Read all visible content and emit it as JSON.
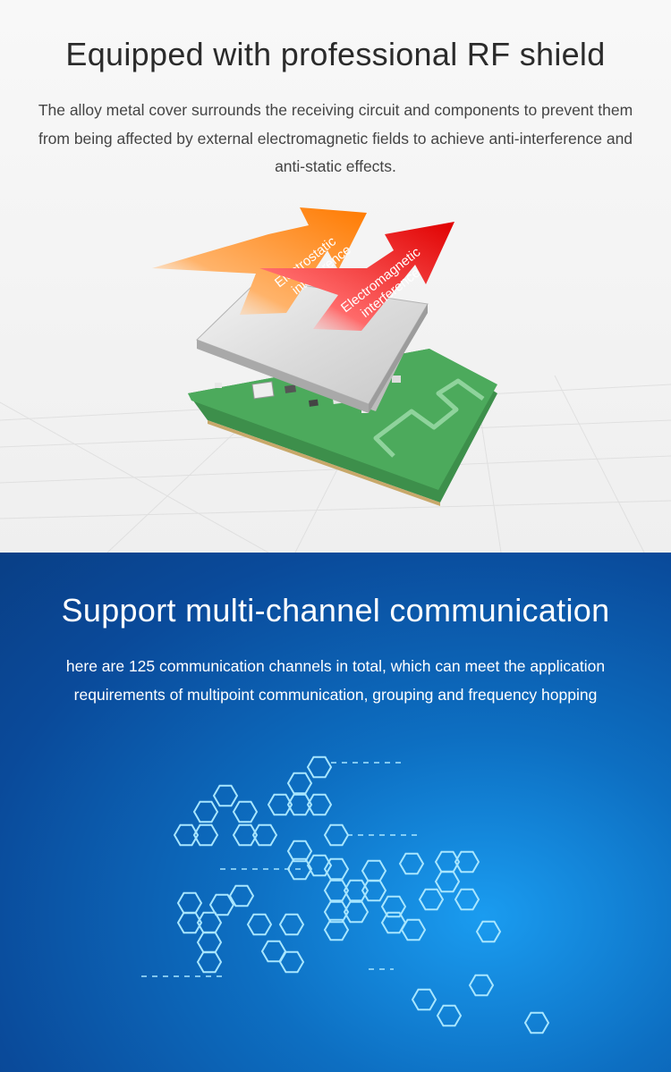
{
  "rf_shield": {
    "title": "Equipped with professional RF shield",
    "description": "The alloy metal cover surrounds the receiving circuit and components to prevent them from being affected by external electromagnetic fields to achieve anti-interference and anti-static effects.",
    "arrows": {
      "electrostatic_line1": "Electrostatic",
      "electrostatic_line2": "interference",
      "electromagnetic_line1": "Electromagnetic",
      "electromagnetic_line2": "interference"
    },
    "colors": {
      "orange_arrow": "#ff8a1a",
      "red_arrow": "#e81818",
      "pcb_green": "#4caa5c",
      "shield_silver": "#d9d9d9"
    }
  },
  "multichannel": {
    "title": "Support multi-channel communication",
    "description": "here are 125 communication channels in total, which can meet the application requirements of multipoint communication, grouping and frequency hopping",
    "colors": {
      "background": "#0d6fc2",
      "hex_outline": "#9fe3ff"
    }
  }
}
